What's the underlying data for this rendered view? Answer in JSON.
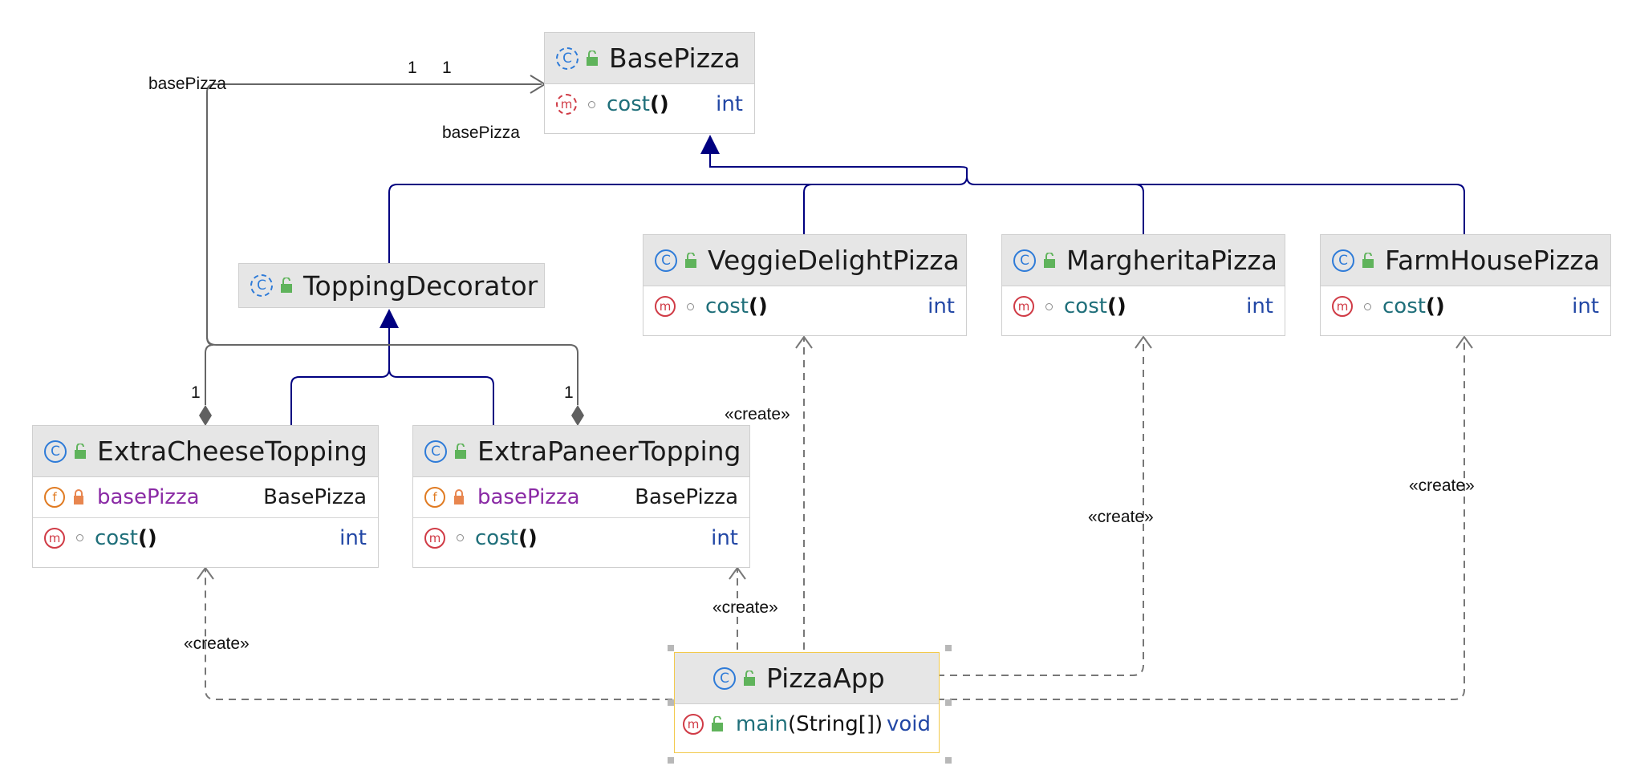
{
  "classes": {
    "base_pizza": {
      "name": "BasePizza",
      "methods": [
        {
          "name": "cost",
          "args": "",
          "type": "int"
        }
      ]
    },
    "topping_decorator": {
      "name": "ToppingDecorator"
    },
    "veggie_delight": {
      "name": "VeggieDelightPizza",
      "methods": [
        {
          "name": "cost",
          "args": "",
          "type": "int"
        }
      ]
    },
    "margherita": {
      "name": "MargheritaPizza",
      "methods": [
        {
          "name": "cost",
          "args": "",
          "type": "int"
        }
      ]
    },
    "farmhouse": {
      "name": "FarmHousePizza",
      "methods": [
        {
          "name": "cost",
          "args": "",
          "type": "int"
        }
      ]
    },
    "extra_cheese": {
      "name": "ExtraCheeseTopping",
      "fields": [
        {
          "name": "basePizza",
          "type": "BasePizza"
        }
      ],
      "methods": [
        {
          "name": "cost",
          "args": "",
          "type": "int"
        }
      ]
    },
    "extra_paneer": {
      "name": "ExtraPaneerTopping",
      "fields": [
        {
          "name": "basePizza",
          "type": "BasePizza"
        }
      ],
      "methods": [
        {
          "name": "cost",
          "args": "",
          "type": "int"
        }
      ]
    },
    "pizza_app": {
      "name": "PizzaApp",
      "methods": [
        {
          "name": "main",
          "args": "String[]",
          "type": "void"
        }
      ]
    }
  },
  "labels": {
    "basepizza_left": "basePizza",
    "basepizza_right": "basePizza",
    "mult_1a": "1",
    "mult_1b": "1",
    "mult_cheese": "1",
    "mult_paneer": "1",
    "create_veggie": "«create»",
    "create_paneer": "«create»",
    "create_cheese": "«create»",
    "create_margherita": "«create»",
    "create_farmhouse": "«create»"
  },
  "icons": {
    "class": "class-icon",
    "abstract_class": "abstract-class-icon",
    "method": "method-icon",
    "abstract_method": "abstract-method-icon",
    "field": "field-icon",
    "public": "public-unlock-icon",
    "private": "private-lock-icon",
    "package_private": "package-private-dot-icon"
  },
  "colors": {
    "inheritance": "#000080",
    "association": "#666666",
    "dependency": "#777777",
    "header": "#e6e6e6",
    "selection": "#f2c94c"
  }
}
